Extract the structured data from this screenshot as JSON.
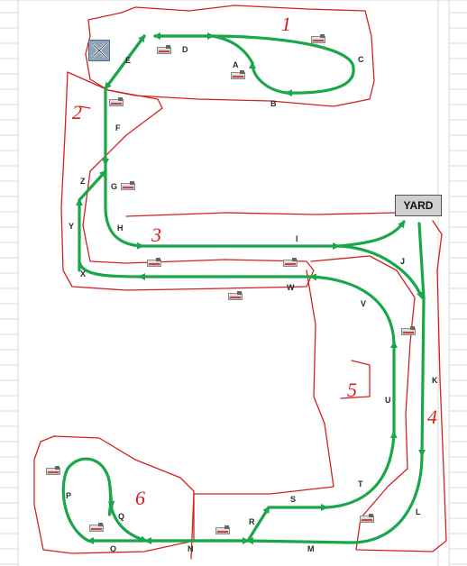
{
  "yard": {
    "label": "YARD"
  },
  "zones": [
    "1",
    "2",
    "3",
    "4",
    "5",
    "6"
  ],
  "segments": [
    "A",
    "B",
    "C",
    "D",
    "E",
    "F",
    "G",
    "H",
    "I",
    "J",
    "K",
    "L",
    "M",
    "N",
    "O",
    "P",
    "Q",
    "R",
    "S",
    "T",
    "U",
    "V",
    "W",
    "X",
    "Y",
    "Z"
  ],
  "icons": {
    "camera": "camera-icon",
    "crossing": "railroad-crossing-icon"
  },
  "colors": {
    "track": "#1aa64a",
    "zone": "#d42020",
    "yard_fill": "#cfcfcf"
  }
}
